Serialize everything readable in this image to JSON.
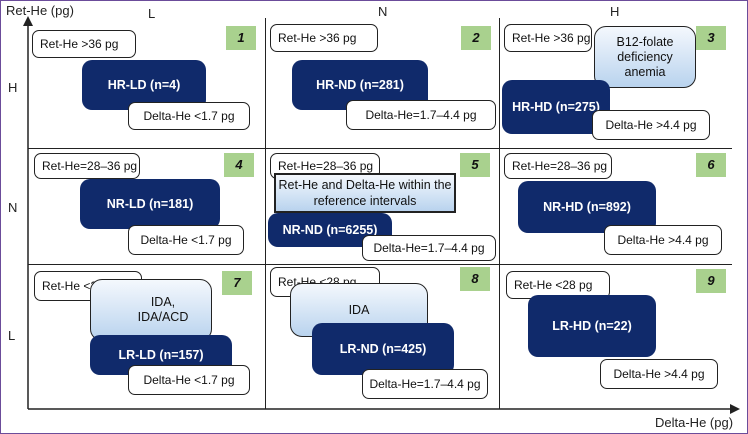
{
  "axes": {
    "y_title": "Ret-He (pg)",
    "x_title": "Delta-He (pg)",
    "columns": [
      "L",
      "N",
      "H"
    ],
    "rows": [
      "H",
      "N",
      "L"
    ]
  },
  "cells": [
    {
      "number": "1",
      "ret": "Ret-He >36 pg",
      "class_label": "HR-LD (n=4)",
      "delta": "Delta-He <1.7 pg"
    },
    {
      "number": "2",
      "ret": "Ret-He >36 pg",
      "class_label": "HR-ND (n=281)",
      "delta": "Delta-He=1.7–4.4 pg"
    },
    {
      "number": "3",
      "ret": "Ret-He >36 pg",
      "class_label": "HR-HD (n=275)",
      "delta": "Delta-He >4.4 pg",
      "note": "B12-folate deficiency anemia"
    },
    {
      "number": "4",
      "ret": "Ret-He=28–36 pg",
      "class_label": "NR-LD (n=181)",
      "delta": "Delta-He <1.7 pg"
    },
    {
      "number": "5",
      "ret": "Ret-He=28–36 pg",
      "class_label": "NR-ND (n=6255)",
      "delta": "Delta-He=1.7–4.4 pg",
      "note": "Ret-He and Delta-He within the reference intervals"
    },
    {
      "number": "6",
      "ret": "Ret-He=28–36 pg",
      "class_label": "NR-HD (n=892)",
      "delta": "Delta-He >4.4 pg"
    },
    {
      "number": "7",
      "ret": "Ret-He <28 pg",
      "class_label": "LR-LD (n=157)",
      "delta": "Delta-He <1.7 pg",
      "note": "IDA,\nIDA/ACD"
    },
    {
      "number": "8",
      "ret": "Ret-He <28 pg",
      "class_label": "LR-ND (n=425)",
      "delta": "Delta-He=1.7–4.4 pg",
      "note": "IDA"
    },
    {
      "number": "9",
      "ret": "Ret-He <28 pg",
      "class_label": "LR-HD (n=22)",
      "delta": "Delta-He >4.4 pg"
    }
  ]
}
